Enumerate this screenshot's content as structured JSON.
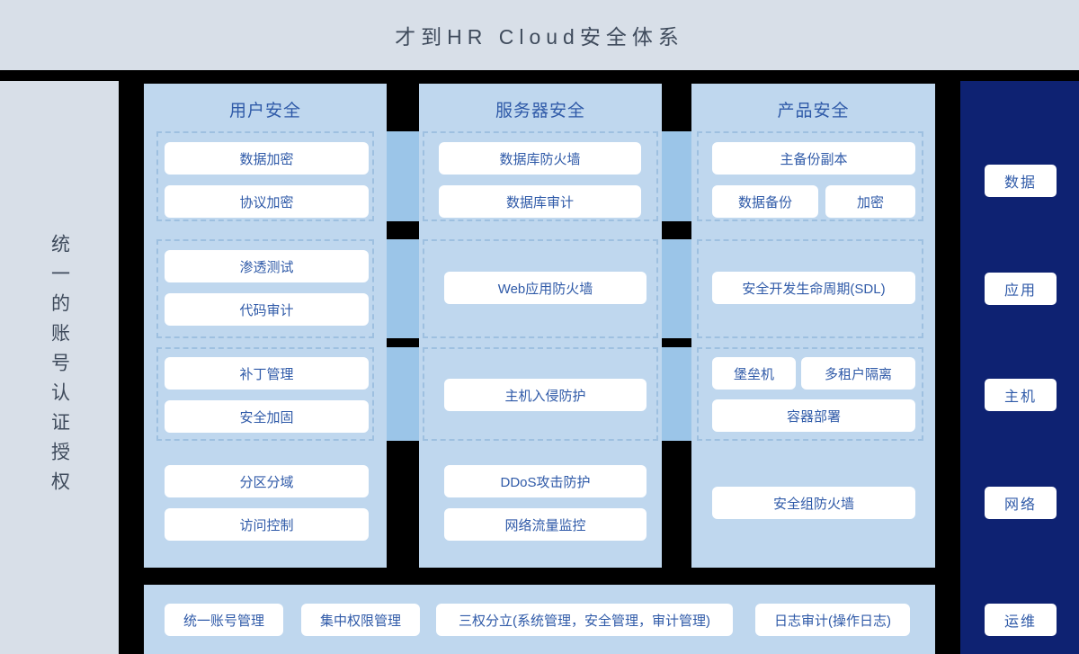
{
  "header": {
    "title": "才到HR Cloud安全体系"
  },
  "left_rail": {
    "label": "统一的账号认证授权"
  },
  "right_rail": {
    "background_color": "#0e2272",
    "items": [
      {
        "label": "数据"
      },
      {
        "label": "应用"
      },
      {
        "label": "主机"
      },
      {
        "label": "网络"
      },
      {
        "label": "运维"
      }
    ]
  },
  "columns": [
    {
      "title": "用户安全",
      "groups": [
        {
          "boxed": true,
          "items": [
            {
              "label": "数据加密"
            },
            {
              "label": "协议加密"
            }
          ]
        },
        {
          "boxed": true,
          "items": [
            {
              "label": "渗透测试"
            },
            {
              "label": "代码审计"
            }
          ]
        },
        {
          "boxed": true,
          "items": [
            {
              "label": "补丁管理"
            },
            {
              "label": "安全加固"
            }
          ]
        },
        {
          "boxed": false,
          "items": [
            {
              "label": "分区分域"
            },
            {
              "label": "访问控制"
            }
          ]
        }
      ]
    },
    {
      "title": "服务器安全",
      "groups": [
        {
          "boxed": true,
          "items": [
            {
              "label": "数据库防火墙"
            },
            {
              "label": "数据库审计"
            }
          ]
        },
        {
          "boxed": true,
          "items": [
            {
              "label": "Web应用防火墙"
            }
          ]
        },
        {
          "boxed": true,
          "items": [
            {
              "label": "主机入侵防护"
            }
          ]
        },
        {
          "boxed": false,
          "items": [
            {
              "label": "DDoS攻击防护"
            },
            {
              "label": "网络流量监控"
            }
          ]
        }
      ]
    },
    {
      "title": "产品安全",
      "groups": [
        {
          "boxed": true,
          "items": [
            {
              "label": "主备份副本"
            },
            {
              "label": "数据备份"
            },
            {
              "label": "加密"
            }
          ]
        },
        {
          "boxed": true,
          "items": [
            {
              "label": "安全开发生命周期(SDL)"
            }
          ]
        },
        {
          "boxed": true,
          "items": [
            {
              "label": "堡垒机"
            },
            {
              "label": "多租户隔离"
            },
            {
              "label": "容器部署"
            }
          ]
        },
        {
          "boxed": false,
          "items": [
            {
              "label": "安全组防火墙"
            }
          ]
        }
      ]
    }
  ],
  "bottom_bar": {
    "items": [
      {
        "label": "统一账号管理"
      },
      {
        "label": "集中权限管理"
      },
      {
        "label": "三权分立(系统管理，安全管理，审计管理)"
      },
      {
        "label": "日志审计(操作日志)"
      }
    ]
  },
  "colors": {
    "page_background": "#000000",
    "header_background": "#d8dfe8",
    "panel_background": "#bfd7ee",
    "connector": "#9bc5e8",
    "accent_text": "#2f5aa8",
    "navy": "#0e2272"
  }
}
